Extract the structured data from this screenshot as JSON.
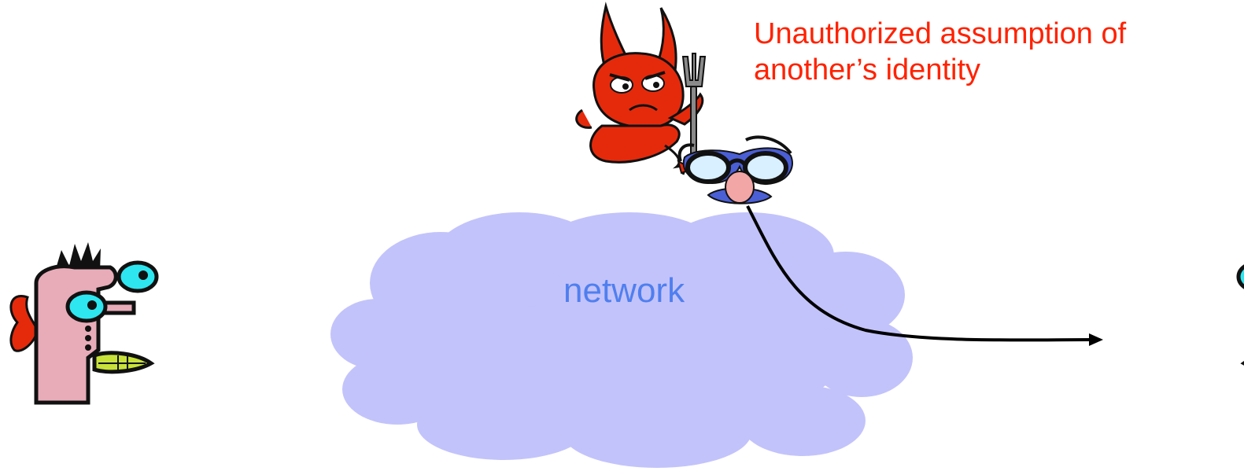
{
  "caption": {
    "line1": "Unauthorized assumption of",
    "line2": "another’s identity",
    "color": "#ff2200"
  },
  "network": {
    "label": "network",
    "label_color": "#4f7fef",
    "fill_color": "#c3c3fb"
  },
  "actors": {
    "left_person_icon": "cartoon-person-left-icon",
    "right_person_icon": "cartoon-person-right-icon",
    "attacker_icon": "devil-icon",
    "disguise_icon": "disguise-glasses-icon"
  },
  "colors": {
    "skin": "#e8acb8",
    "eye": "#2ee6f0",
    "devil": "#e52a0c",
    "mustache": "#4a5fd6",
    "arrow": "#000000"
  }
}
